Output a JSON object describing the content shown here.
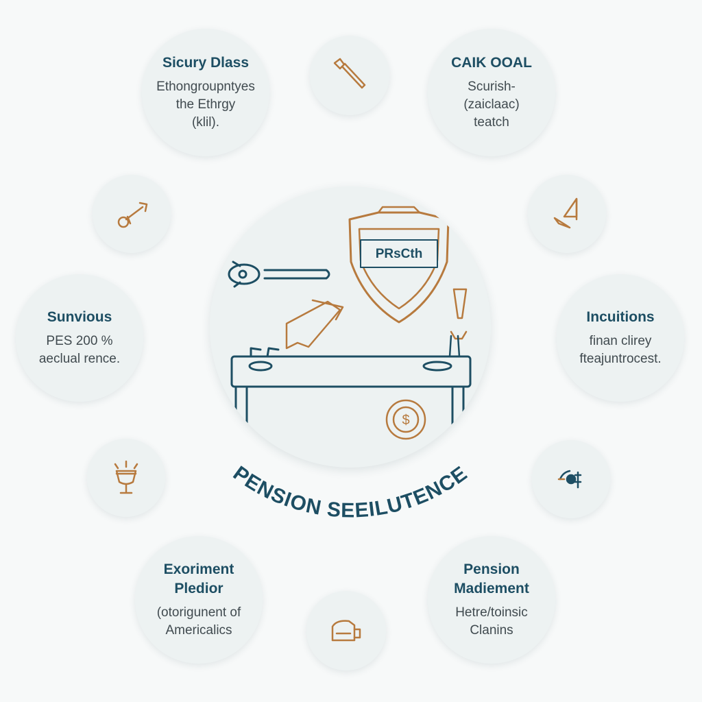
{
  "colors": {
    "navy": "#1d4e63",
    "bronze": "#b77a3e",
    "circle": "#edf2f2",
    "background": "#f7f9f9"
  },
  "center": {
    "title": "PENSION SEEILUTENCE",
    "shield_label": "PRsCth",
    "icons": [
      "wrench-icon",
      "shield-icon",
      "arrow-icon",
      "desk-icon",
      "dollar-coin-icon"
    ]
  },
  "nodes": {
    "top_left": {
      "title": "Sicury Dlass",
      "lines": [
        "Ethongroupntyes",
        "the Ethrgy",
        "(klil)."
      ]
    },
    "top_right": {
      "title": "CAIK OOAL",
      "lines": [
        "Scurish-",
        "(zaiclaac)",
        "teatch"
      ]
    },
    "mid_left": {
      "title": "Sunvious",
      "lines": [
        "PES 200 %",
        "aeclual rence."
      ]
    },
    "mid_right": {
      "title": "Incuitions",
      "lines": [
        "finan clirey",
        "fteajuntrocest."
      ]
    },
    "bottom_left": {
      "title": "Exoriment Pledior",
      "lines": [
        "(otorigunent of",
        "Americalics"
      ]
    },
    "bottom_right": {
      "title": "Pension Madiement",
      "lines": [
        "Hetre/toinsic",
        "Clanins"
      ]
    }
  },
  "small_icons": {
    "top": "screwdriver-icon",
    "upper_left": "tool-icon",
    "upper_right": "sailboat-icon",
    "lower_left": "trophy-cup-icon",
    "lower_right": "dollar-dial-icon",
    "bottom": "wallet-icon"
  }
}
